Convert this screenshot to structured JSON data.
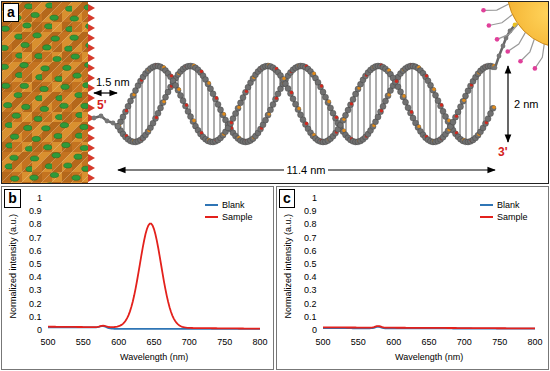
{
  "diagram": {
    "nodes": [
      {
        "text": [
          "a"
        ]
      },
      {
        "text": [
          "b"
        ]
      },
      {
        "text": [
          "c"
        ]
      }
    ],
    "labels": [
      "1.5 nm",
      "5'",
      "3'",
      "2 nm",
      "11.4 nm",
      "0",
      "0.1",
      "0.2",
      "0.3",
      "0.4",
      "0.5",
      "0.6",
      "0.7",
      "0.8",
      "0.9",
      "1",
      "500",
      "550",
      "600",
      "650",
      "700",
      "750",
      "800",
      "Normalized intensity (a.u.)",
      "Wavelength (nm)",
      "0",
      "0.1",
      "0.2",
      "0.3",
      "0.4",
      "0.5",
      "0.6",
      "0.7",
      "0.8",
      "0.9",
      "1",
      "500",
      "550",
      "600",
      "650",
      "700",
      "750",
      "800",
      "Normalized intensity (a.u.)",
      "Wavelength (nm)"
    ],
    "legend": [
      {
        "text": "Blank"
      },
      {
        "text": "Sample"
      },
      {
        "text": "Blank"
      },
      {
        "text": "Sample"
      }
    ]
  }
}
